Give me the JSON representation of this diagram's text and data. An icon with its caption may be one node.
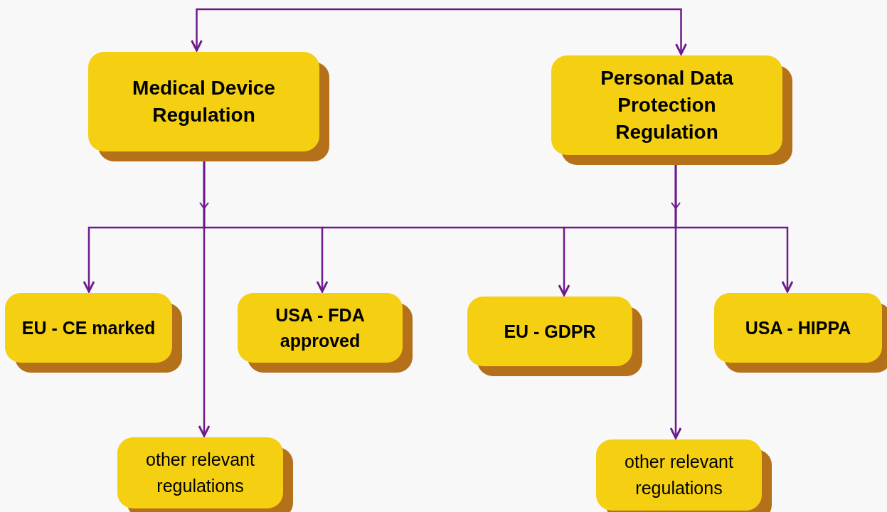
{
  "diagram": {
    "nodes": [
      {
        "text": [
          "Medical Device Regulation"
        ]
      },
      {
        "text": [
          "Personal Data Protection Regulation"
        ]
      },
      {
        "text": [
          "EU - CE marked"
        ]
      },
      {
        "text": [
          "USA - FDA approved"
        ]
      },
      {
        "text": [
          "EU - GDPR"
        ]
      },
      {
        "text": [
          "USA - HIPPA"
        ]
      },
      {
        "text": [
          "other relevant regulations"
        ]
      },
      {
        "text": [
          "other relevant regulations"
        ]
      }
    ],
    "edges": [
      {
        "from": null,
        "to": 0,
        "arrow": "to"
      },
      {
        "from": null,
        "to": 1,
        "arrow": "to"
      },
      {
        "from": 0,
        "to": 2,
        "arrow": "to"
      },
      {
        "from": 0,
        "to": 3,
        "arrow": "to"
      },
      {
        "from": 0,
        "to": 6,
        "arrow": "to"
      },
      {
        "from": 1,
        "to": 4,
        "arrow": "to"
      },
      {
        "from": 1,
        "to": 5,
        "arrow": "to"
      },
      {
        "from": 1,
        "to": 7,
        "arrow": "to"
      }
    ]
  }
}
